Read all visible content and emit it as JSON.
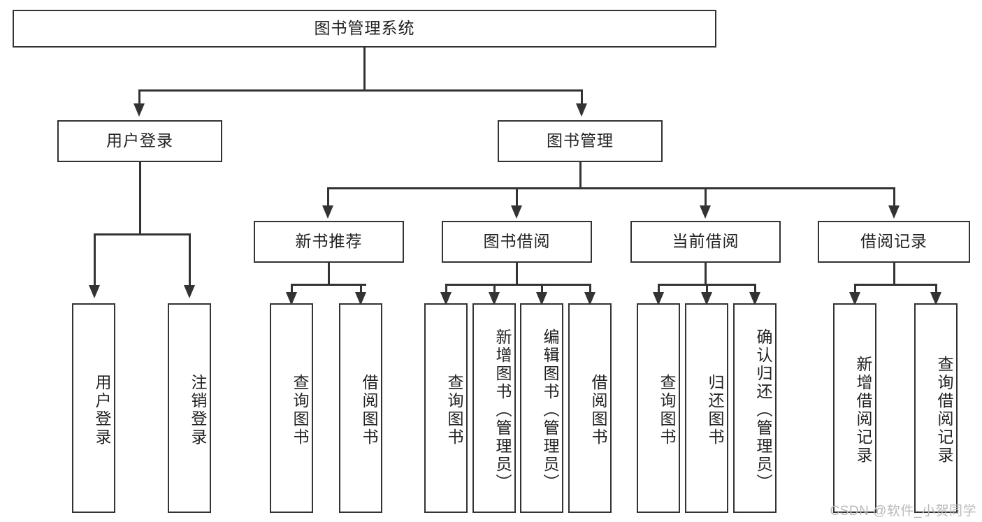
{
  "diagram": {
    "type": "tree-hierarchy",
    "title": "图书管理系统",
    "root": {
      "label": "图书管理系统"
    },
    "level2": [
      {
        "label": "用户登录"
      },
      {
        "label": "图书管理"
      }
    ],
    "level3": [
      {
        "label": "新书推荐"
      },
      {
        "label": "图书借阅"
      },
      {
        "label": "当前借阅"
      },
      {
        "label": "借阅记录"
      }
    ],
    "leaves": {
      "user_login": [
        {
          "label": "用户登录"
        },
        {
          "label": "注销登录"
        }
      ],
      "new_book_recommend": [
        {
          "label": "查询图书"
        },
        {
          "label": "借阅图书"
        }
      ],
      "book_borrow": [
        {
          "label": "查询图书"
        },
        {
          "label": "新增图书（管理员）"
        },
        {
          "label": "编辑图书（管理员）"
        },
        {
          "label": "借阅图书"
        }
      ],
      "current_borrow": [
        {
          "label": "查询图书"
        },
        {
          "label": "归还图书"
        },
        {
          "label": "确认归还（管理员）"
        }
      ],
      "borrow_record": [
        {
          "label": "新增借阅记录"
        },
        {
          "label": "查询借阅记录"
        }
      ]
    }
  },
  "watermark": {
    "text": "CSDN @软件_小贺同学"
  },
  "colors": {
    "stroke": "#333333",
    "fill": "#ffffff",
    "text": "#222222",
    "watermark": "#b9b9b9"
  }
}
